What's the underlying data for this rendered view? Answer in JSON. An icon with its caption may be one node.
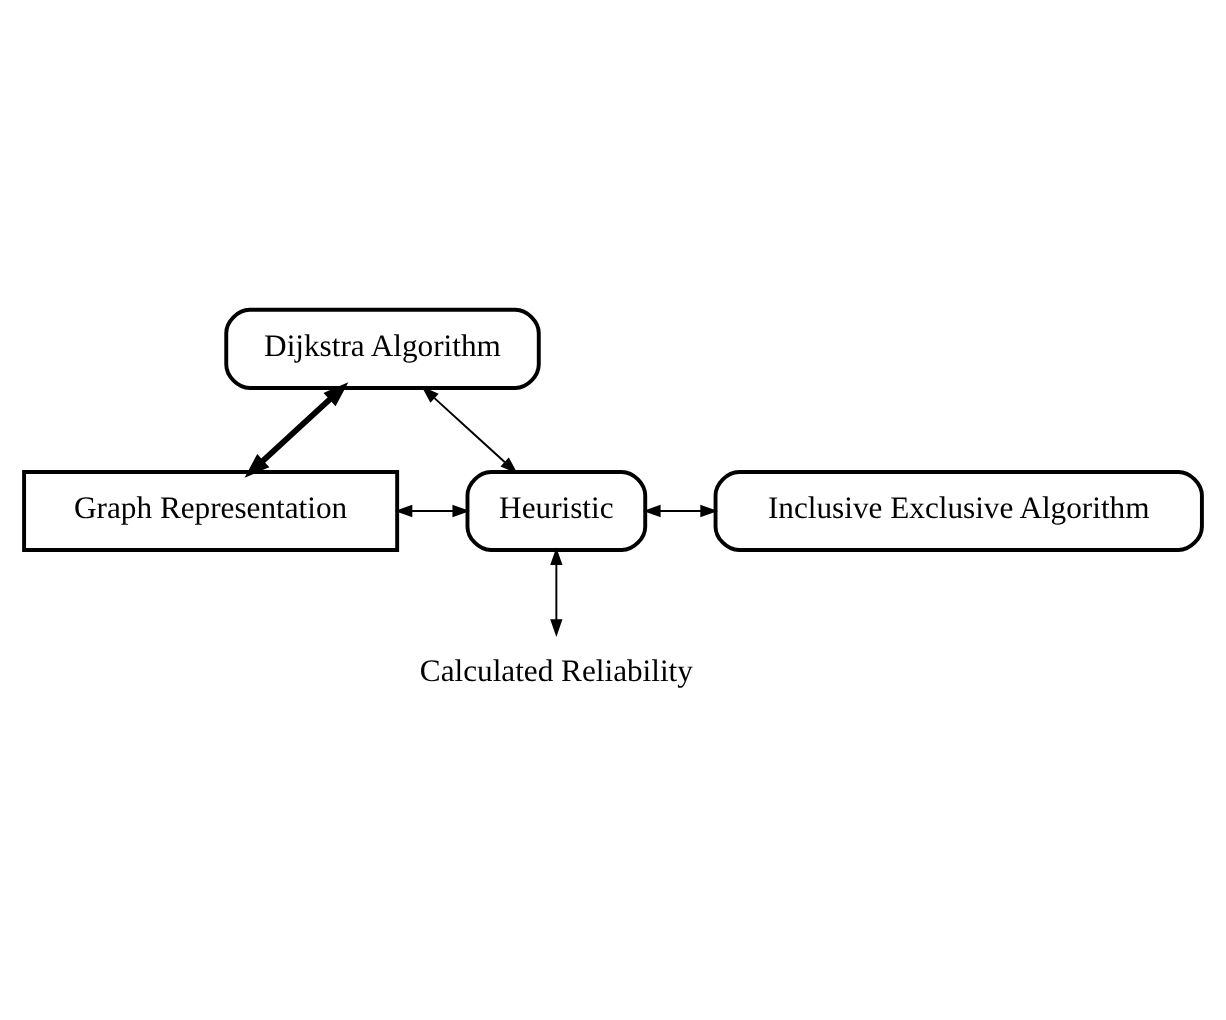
{
  "diagram": {
    "nodes": [
      {
        "text": [
          "Dijkstra Algorithm"
        ]
      },
      {
        "text": [
          "Graph Representation"
        ]
      },
      {
        "text": [
          "Heuristic"
        ]
      },
      {
        "text": [
          "Inclusive Exclusive Algorithm"
        ]
      },
      {
        "text": [
          "Calculated Reliability"
        ]
      }
    ],
    "edges": [
      {
        "from": 1,
        "to": 0,
        "arrow": "both",
        "style": "thick"
      },
      {
        "from": 0,
        "to": 2,
        "arrow": "both"
      },
      {
        "from": 1,
        "to": 2,
        "arrow": "both"
      },
      {
        "from": 2,
        "to": 3,
        "arrow": "both"
      },
      {
        "from": 2,
        "to": 4,
        "arrow": "both"
      }
    ]
  }
}
